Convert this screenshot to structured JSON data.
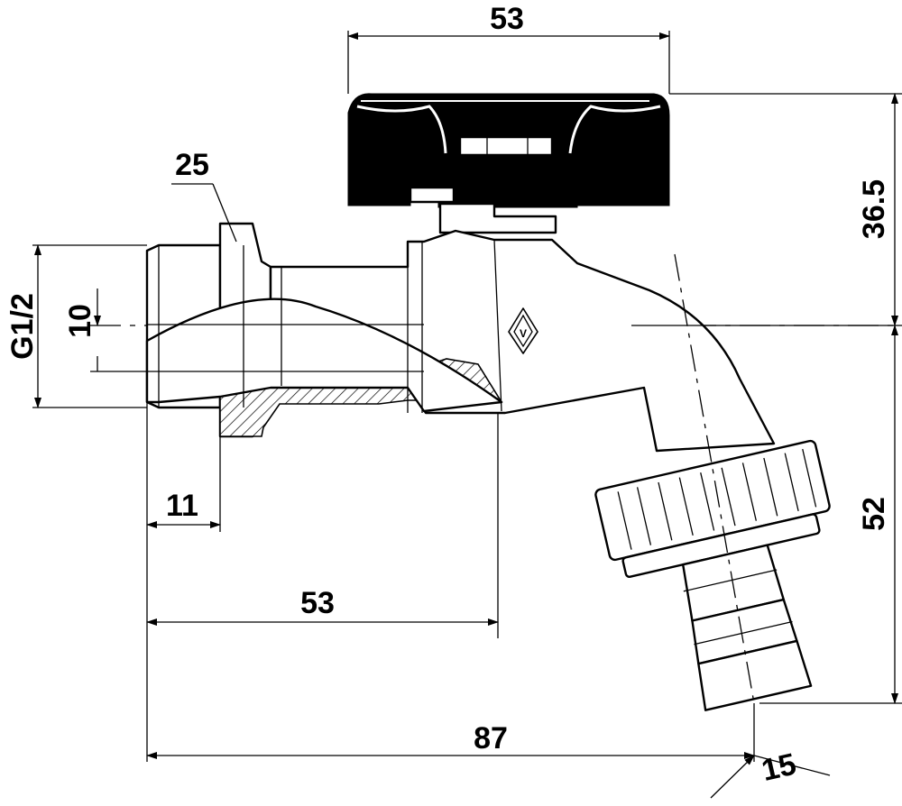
{
  "dimensions": {
    "handle_width": "53",
    "handle_height": "36.5",
    "nut_size": "25",
    "thread": "G1/2",
    "bore": "10",
    "thread_length": "11",
    "body_length": "53",
    "spout_drop": "52",
    "overall_length": "87",
    "hose_diameter": "15"
  },
  "marks": {
    "brand_letter": "V"
  }
}
